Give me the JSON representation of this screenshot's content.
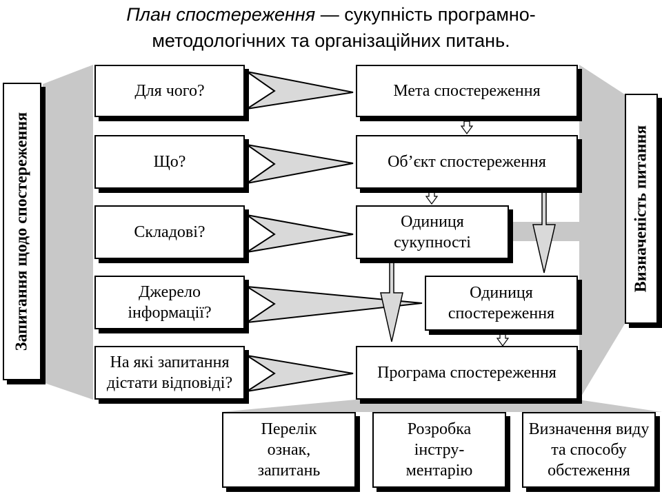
{
  "title": {
    "term": "План спостереження",
    "line1_rest": " — сукупність програмно-",
    "line2": "методологічних та організаційних питань."
  },
  "left_panel": {
    "label": "Запитання щодо спостереження"
  },
  "right_panel": {
    "label": "Визначеність питання"
  },
  "questions": [
    "Для чого?",
    "Що?",
    "Складові?",
    "Джерело інформації?",
    "На які запитання дістати відповіді?"
  ],
  "answers": {
    "goal": "Мета спостереження",
    "object": "Об’єкт спостереження",
    "population_unit": "Одиниця сукупності",
    "observation_unit": "Одиниця спостереження",
    "program": "Програма спостереження"
  },
  "program_parts": [
    "Перелік ознак, запитань",
    "Розробка інстру-ментарію",
    "Визначення виду та способу обстеження"
  ],
  "colors": {
    "panel_gray": "#c8c8c8",
    "arrow_gray": "#d9d9d9",
    "border": "#000000"
  }
}
